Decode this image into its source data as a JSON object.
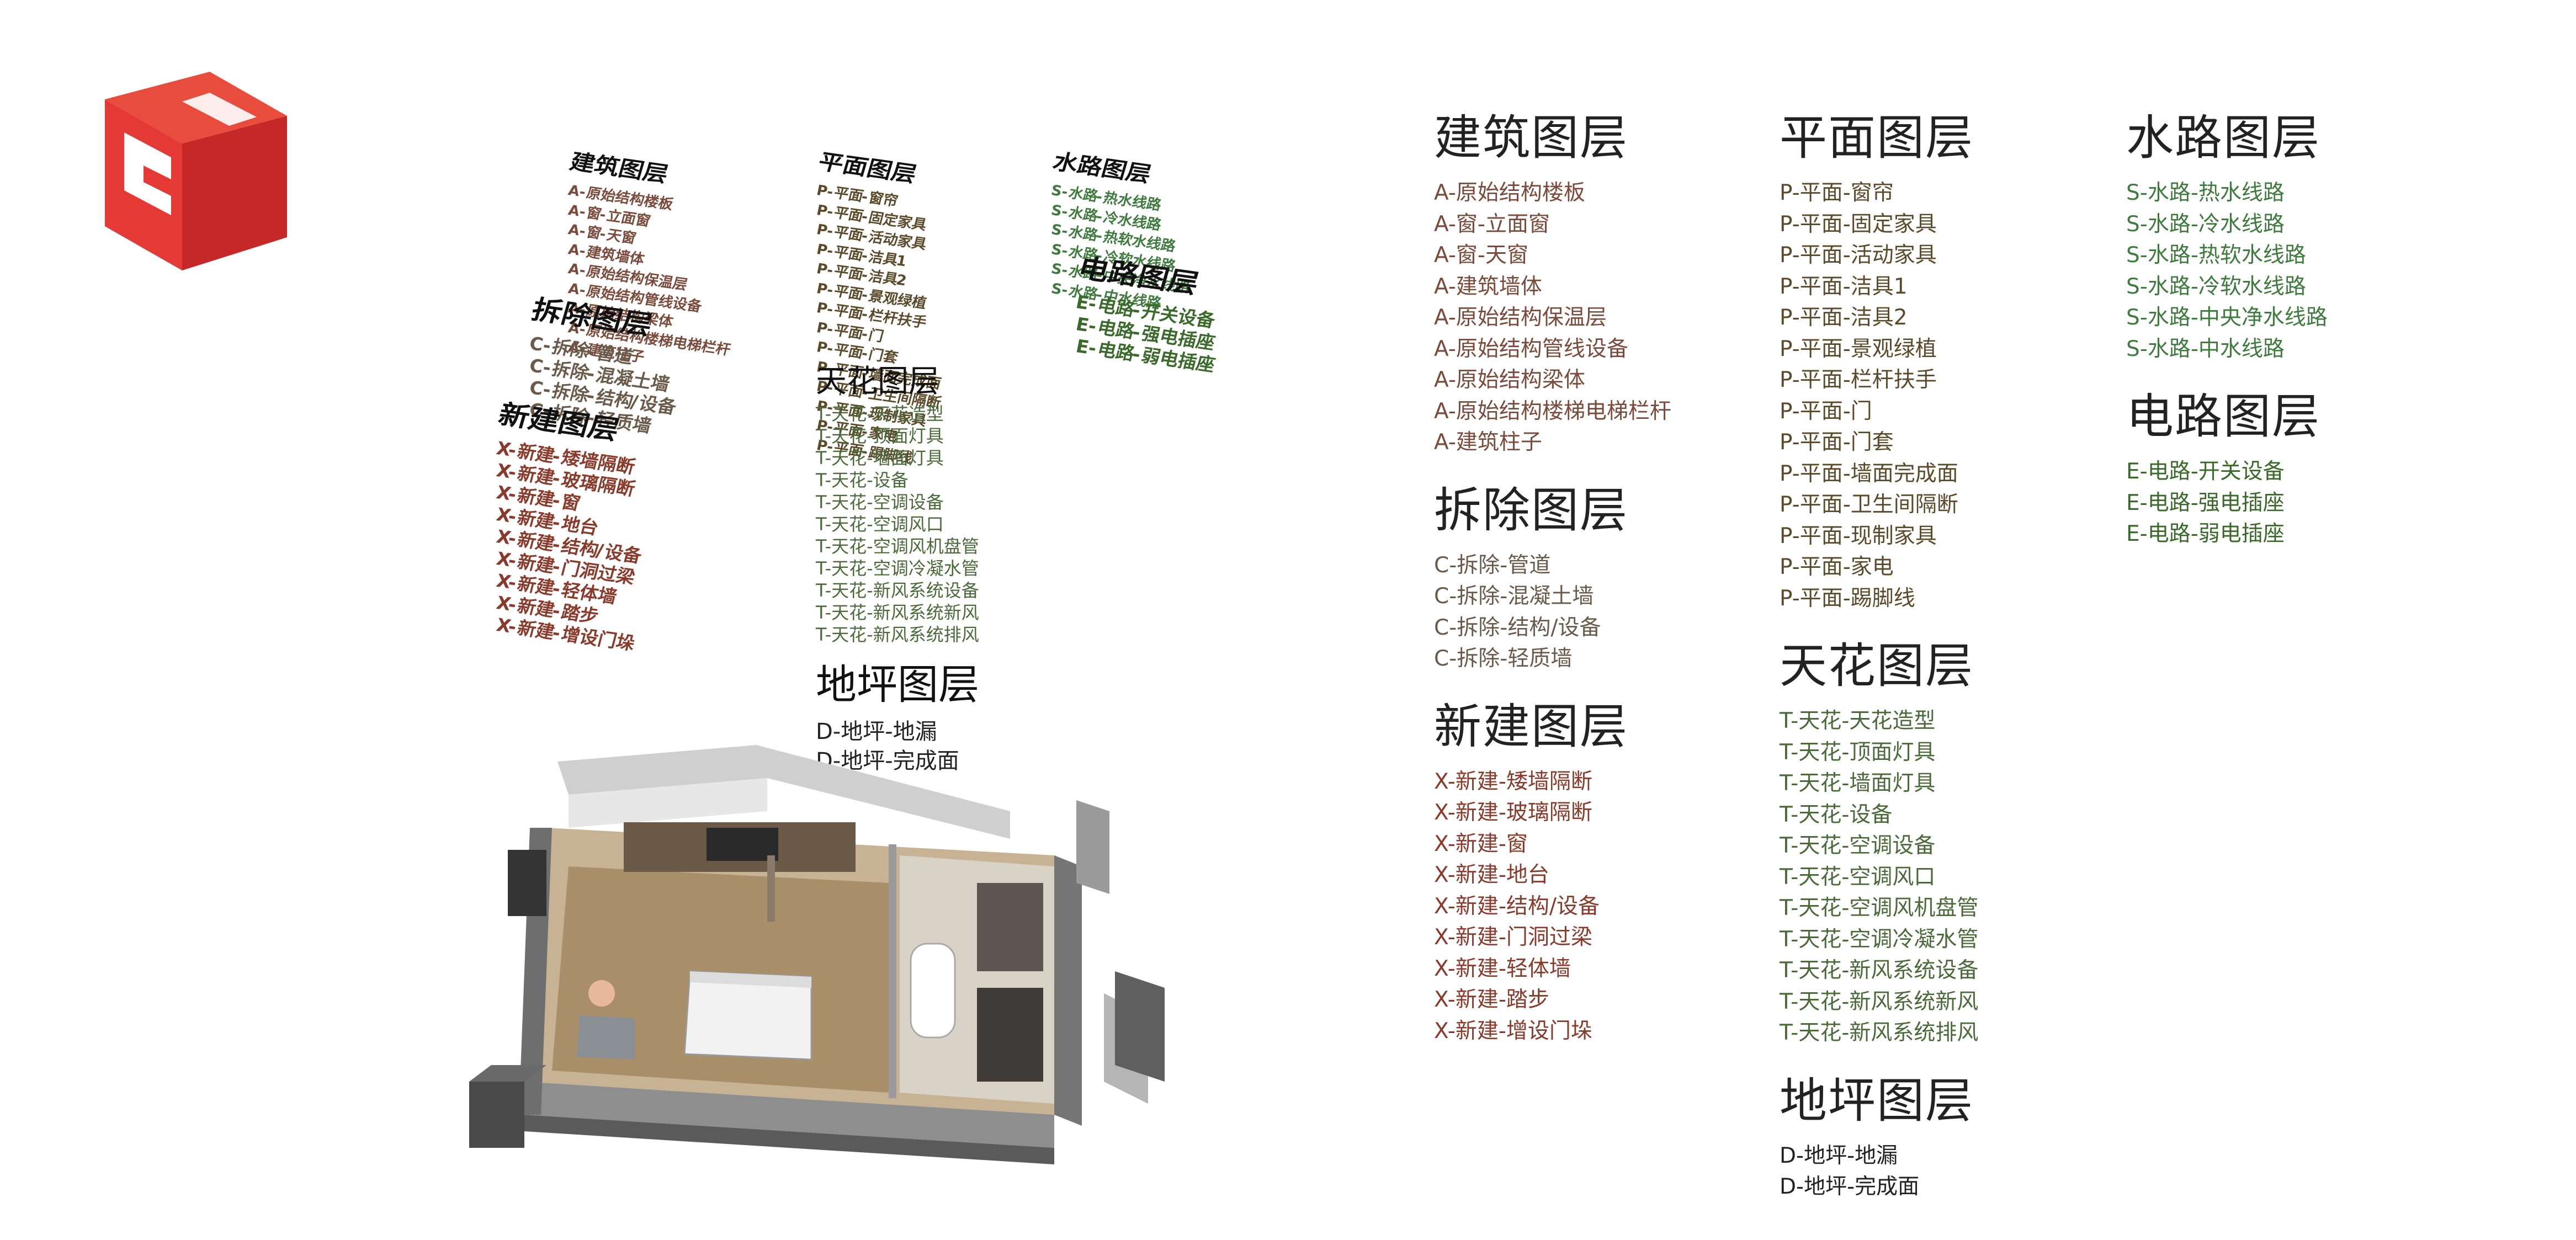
{
  "colors": {
    "logo_red": "#e53935",
    "A": "#7a4a3a",
    "P": "#5a4a2a",
    "S": "#3f7a3f",
    "E": "#3a6a2a",
    "C": "#6a5a4a",
    "X": "#8a3a2a",
    "T": "#4a6a3a",
    "D": "#222222"
  },
  "logo": {
    "icon": "sketchup-logo-icon"
  },
  "left": {
    "jianzhu": {
      "title": "建筑图层",
      "items": [
        "A-原始结构楼板",
        "A-窗-立面窗",
        "A-窗-天窗",
        "A-建筑墙体",
        "A-原始结构保温层",
        "A-原始结构管线设备",
        "A-原始结构梁体",
        "A-原始结构楼梯电梯栏杆",
        "A-建筑柱子"
      ]
    },
    "chaichu": {
      "title": "拆除图层",
      "items": [
        "C-拆除-管道",
        "C-拆除-混凝土墙",
        "C-拆除-结构/设备",
        "C-拆除-轻质墙"
      ]
    },
    "xinjian": {
      "title": "新建图层",
      "items": [
        "X-新建-矮墙隔断",
        "X-新建-玻璃隔断",
        "X-新建-窗",
        "X-新建-地台",
        "X-新建-结构/设备",
        "X-新建-门洞过梁",
        "X-新建-轻体墙",
        "X-新建-踏步",
        "X-新建-增设门垛"
      ]
    },
    "pingmian": {
      "title": "平面图层",
      "items": [
        "P-平面-窗帘",
        "P-平面-固定家具",
        "P-平面-活动家具",
        "P-平面-洁具1",
        "P-平面-洁具2",
        "P-平面-景观绿植",
        "P-平面-栏杆扶手",
        "P-平面-门",
        "P-平面-门套",
        "P-平面-墙面完成面",
        "P-平面-卫生间隔断",
        "P-平面-现制家具",
        "P-平面-家电",
        "P-平面-踢脚线"
      ]
    },
    "tianhua": {
      "title": "天花图层",
      "items": [
        "T-天花-天花造型",
        "T-天花-顶面灯具",
        "T-天花-墙面灯具",
        "T-天花-设备",
        "T-天花-空调设备",
        "T-天花-空调风口",
        "T-天花-空调风机盘管",
        "T-天花-空调冷凝水管",
        "T-天花-新风系统设备",
        "T-天花-新风系统新风",
        "T-天花-新风系统排风"
      ]
    },
    "diping": {
      "title": "地坪图层",
      "items": [
        "D-地坪-地漏",
        "D-地坪-完成面"
      ]
    },
    "shuilu": {
      "title": "水路图层",
      "items": [
        "S-水路-热水线路",
        "S-水路-冷水线路",
        "S-水路-热软水线路",
        "S-水路-冷软水线路",
        "S-水路-中央净水线路",
        "S-水路-中水线路"
      ]
    },
    "dianlu": {
      "title": "电路图层",
      "items": [
        "E-电路-开关设备",
        "E-电路-强电插座",
        "E-电路-弱电插座"
      ]
    }
  },
  "right": {
    "jianzhu": {
      "title": "建筑图层",
      "items": [
        "A-原始结构楼板",
        "A-窗-立面窗",
        "A-窗-天窗",
        "A-建筑墙体",
        "A-原始结构保温层",
        "A-原始结构管线设备",
        "A-原始结构梁体",
        "A-原始结构楼梯电梯栏杆",
        "A-建筑柱子"
      ]
    },
    "chaichu": {
      "title": "拆除图层",
      "items": [
        "C-拆除-管道",
        "C-拆除-混凝土墙",
        "C-拆除-结构/设备",
        "C-拆除-轻质墙"
      ]
    },
    "xinjian": {
      "title": "新建图层",
      "items": [
        "X-新建-矮墙隔断",
        "X-新建-玻璃隔断",
        "X-新建-窗",
        "X-新建-地台",
        "X-新建-结构/设备",
        "X-新建-门洞过梁",
        "X-新建-轻体墙",
        "X-新建-踏步",
        "X-新建-增设门垛"
      ]
    },
    "pingmian": {
      "title": "平面图层",
      "items": [
        "P-平面-窗帘",
        "P-平面-固定家具",
        "P-平面-活动家具",
        "P-平面-洁具1",
        "P-平面-洁具2",
        "P-平面-景观绿植",
        "P-平面-栏杆扶手",
        "P-平面-门",
        "P-平面-门套",
        "P-平面-墙面完成面",
        "P-平面-卫生间隔断",
        "P-平面-现制家具",
        "P-平面-家电",
        "P-平面-踢脚线"
      ]
    },
    "tianhua": {
      "title": "天花图层",
      "items": [
        "T-天花-天花造型",
        "T-天花-顶面灯具",
        "T-天花-墙面灯具",
        "T-天花-设备",
        "T-天花-空调设备",
        "T-天花-空调风口",
        "T-天花-空调风机盘管",
        "T-天花-空调冷凝水管",
        "T-天花-新风系统设备",
        "T-天花-新风系统新风",
        "T-天花-新风系统排风"
      ]
    },
    "diping": {
      "title": "地坪图层",
      "items": [
        "D-地坪-地漏",
        "D-地坪-完成面"
      ]
    },
    "shuilu": {
      "title": "水路图层",
      "items": [
        "S-水路-热水线路",
        "S-水路-冷水线路",
        "S-水路-热软水线路",
        "S-水路-冷软水线路",
        "S-水路-中央净水线路",
        "S-水路-中水线路"
      ]
    },
    "dianlu": {
      "title": "电路图层",
      "items": [
        "E-电路-开关设备",
        "E-电路-强电插座",
        "E-电路-弱电插座"
      ]
    }
  },
  "plan": {
    "icon": "isometric-floor-plan-illustration"
  }
}
